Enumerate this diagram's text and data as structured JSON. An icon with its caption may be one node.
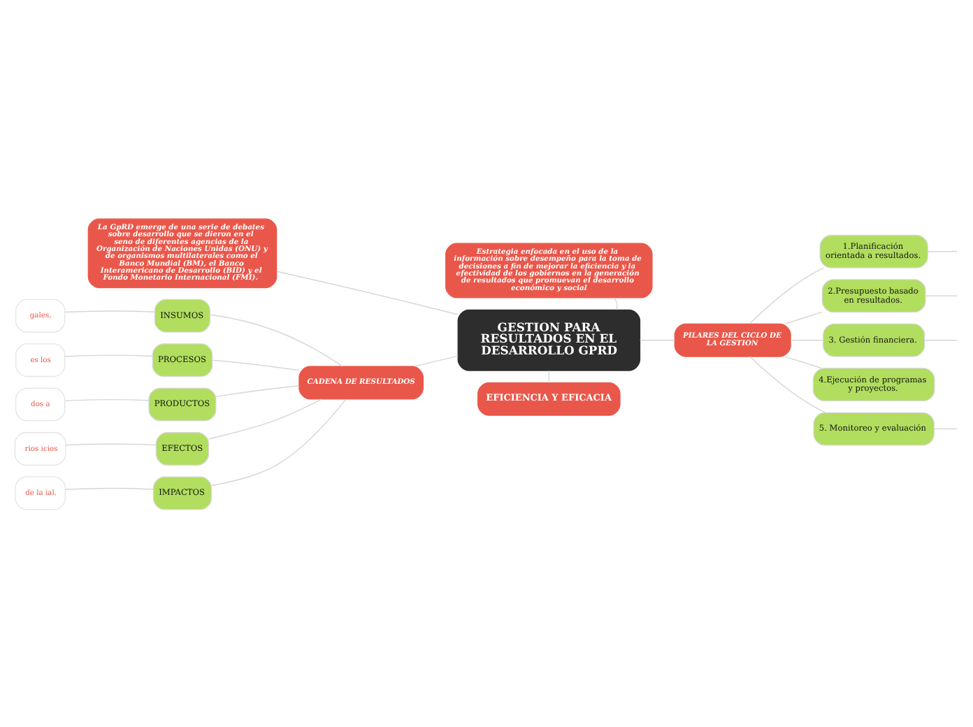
{
  "diagram": {
    "nodes": [
      {
        "text": [
          "GESTION PARA RESULTADOS EN EL DESARROLLO GPRD"
        ]
      },
      {
        "text": [
          "La GpRD emerge de una serie de debates sobre desarrollo que se dieron en el seno de diferentes agencias de la Organización de Naciones Unidas (ONU) y de organismos multilaterales como el Banco Mundial (BM), el Banco Interamericano de Desarrollo (BID) y el Fondo Monetario Internacional (FMI)."
        ]
      },
      {
        "text": [
          "Estrategia enfocada en el uso de la información sobre desempeño para la toma de decisiones a fin de mejorar la eficiencia y la efectividad de los gobiernos en la generación de resultados que promuevan el desarrollo económico y social"
        ]
      },
      {
        "text": [
          "CADENA DE RESULTADOS"
        ]
      },
      {
        "text": [
          "INSUMOS"
        ]
      },
      {
        "text": [
          "PROCESOS"
        ]
      },
      {
        "text": [
          "PRODUCTOS"
        ]
      },
      {
        "text": [
          "EFECTOS"
        ]
      },
      {
        "text": [
          "IMPACTOS"
        ]
      },
      {
        "text": [
          "gales,"
        ]
      },
      {
        "text": [
          "es los"
        ]
      },
      {
        "text": [
          "dos a"
        ]
      },
      {
        "text": [
          "rios icios"
        ]
      },
      {
        "text": [
          "de la ial."
        ]
      },
      {
        "text": [
          "PILARES DEL CICLO DE LA GESTION"
        ]
      },
      {
        "text": [
          "1.Planificación orientada a resultados."
        ]
      },
      {
        "text": [
          "2.Presupuesto basado en resultados."
        ]
      },
      {
        "text": [
          "3. Gestión financiera."
        ]
      },
      {
        "text": [
          "4.Ejecución de programas y proyectos."
        ]
      },
      {
        "text": [
          "5. Monitoreo y evaluación"
        ]
      },
      {
        "text": [
          "EFICIENCIA Y EFICACIA"
        ]
      }
    ],
    "edges": [
      {
        "from": 0,
        "to": 1,
        "arrow": "none"
      },
      {
        "from": 0,
        "to": 2,
        "arrow": "none"
      },
      {
        "from": 0,
        "to": 3,
        "arrow": "none"
      },
      {
        "from": 3,
        "to": 4,
        "arrow": "none"
      },
      {
        "from": 3,
        "to": 5,
        "arrow": "none"
      },
      {
        "from": 3,
        "to": 6,
        "arrow": "none"
      },
      {
        "from": 3,
        "to": 7,
        "arrow": "none"
      },
      {
        "from": 3,
        "to": 8,
        "arrow": "none"
      },
      {
        "from": 4,
        "to": 9,
        "arrow": "none"
      },
      {
        "from": 5,
        "to": 10,
        "arrow": "none"
      },
      {
        "from": 6,
        "to": 11,
        "arrow": "none"
      },
      {
        "from": 7,
        "to": 12,
        "arrow": "none"
      },
      {
        "from": 8,
        "to": 13,
        "arrow": "none"
      },
      {
        "from": 0,
        "to": 14,
        "arrow": "none"
      },
      {
        "from": 14,
        "to": 15,
        "arrow": "none"
      },
      {
        "from": 14,
        "to": 16,
        "arrow": "none"
      },
      {
        "from": 14,
        "to": 17,
        "arrow": "none"
      },
      {
        "from": 14,
        "to": 18,
        "arrow": "none"
      },
      {
        "from": 14,
        "to": 19,
        "arrow": "none"
      },
      {
        "from": 15,
        "to": null,
        "arrow": "none"
      },
      {
        "from": 16,
        "to": null,
        "arrow": "none"
      },
      {
        "from": 17,
        "to": null,
        "arrow": "none"
      },
      {
        "from": 19,
        "to": null,
        "arrow": "none"
      },
      {
        "from": 0,
        "to": 20,
        "arrow": "none"
      }
    ]
  }
}
